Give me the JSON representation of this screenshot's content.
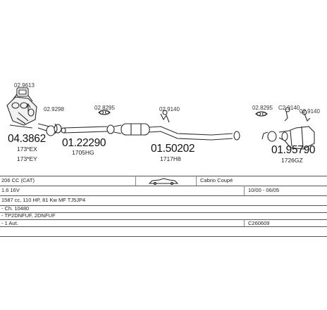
{
  "refs": {
    "r1": "02.9613",
    "r2": "02.9298",
    "r3": "02.8295",
    "r4": "02.9140",
    "r5": "02.8295",
    "r6": "C2.9140",
    "r7": "02.9140"
  },
  "parts": {
    "p1": "04.3862",
    "p1_sub1": "173*EX",
    "p1_sub2": "173*EY",
    "p2": "01.22290",
    "p2_sub": "1705HG",
    "p3": "01.50202",
    "p3_sub": "1717H8",
    "p4": "01.95790",
    "p4_sub": "1726GZ"
  },
  "info": {
    "model": "206 CC (CAT)",
    "body": "Cabrio Coupé",
    "engine": "1.6 16V",
    "dates": "10/00 - 06/05",
    "line3": "1587 cc, 110 HP, 81 Kw MF TJ5JP4",
    "line4": "- Ch. 10480",
    "line5": "- TP2DNFUF, 2DNFUF",
    "line6": "- 1 Aut.",
    "code": "C260609"
  }
}
